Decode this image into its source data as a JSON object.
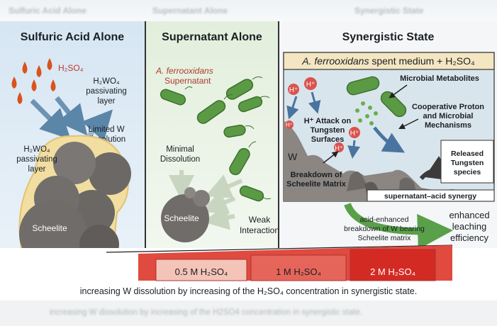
{
  "ghost_header": [
    "Sulfuric Acid Alone",
    "Supernatant Alone",
    "Synergistic State"
  ],
  "ghost_footer": "increasing W dissolution by increasing of the H2SO4 concentration in synergistic state.",
  "panel1": {
    "title": "Sulfuric Acid Alone",
    "acid_label": "H₂SO₄",
    "layer_label_line1": "H₂WO₄",
    "layer_label_line2": "passivating",
    "layer_label_line3": "layer",
    "limited_line1": "Limited W",
    "limited_line2": "dissolution",
    "left_label_line1": "H₂WO₄",
    "left_label_line2": "passivating",
    "left_label_line3": "layer",
    "rock_label": "Scheelite"
  },
  "panel2": {
    "title": "Supernatant Alone",
    "organism_line1": "A. ferrooxidans",
    "organism_line2": "Supernatant",
    "minimal_line1": "Minimal",
    "minimal_line2": "Dissolution",
    "rock_label": "Scheelite",
    "weak_line1": "Weak",
    "weak_line2": "Interaction"
  },
  "panel3": {
    "title": "Synergistic State",
    "header_italic": "A. ferrooxidans",
    "header_rest": " spent medium + H₂SO₄",
    "metabolites": "Microbial Metabolites",
    "proton": "H⁺",
    "attack_line1": "H⁺ Attack on",
    "attack_line2": "Tungsten",
    "attack_line3": "Surfaces",
    "coop_line1": "Cooperative Proton",
    "coop_line2": "and Microbial",
    "coop_line3": "Mechanisms",
    "w_symbol": "W",
    "breakdown_line1": "Breakdown of",
    "breakdown_line2": "Scheelite Matrix",
    "released_line1": "Released",
    "released_line2": "Tungsten",
    "released_line3": "species",
    "synergy": "supernatant–acid synergy",
    "acid_enh_line1": "acid-enhanced",
    "acid_enh_line2": "breakdown of W bearing",
    "acid_enh_line3": "Scheelite matrix",
    "enh_line1": "enhanced",
    "enh_line2": "leaching",
    "enh_line3": "efficiency"
  },
  "concentrations": [
    "0.5 M H₂SO₄",
    "1 M H₂SO₄",
    "2 M H₂SO₄"
  ],
  "caption": "increasing W dissolution by increasing of the H₂SO₄ concentration in synergistic state.",
  "colors": {
    "acid_red": "#c0392b",
    "bacteria_green": "#5b9a44",
    "arrow_blue": "#5b86a8",
    "synergy_green": "#5aa04a"
  }
}
